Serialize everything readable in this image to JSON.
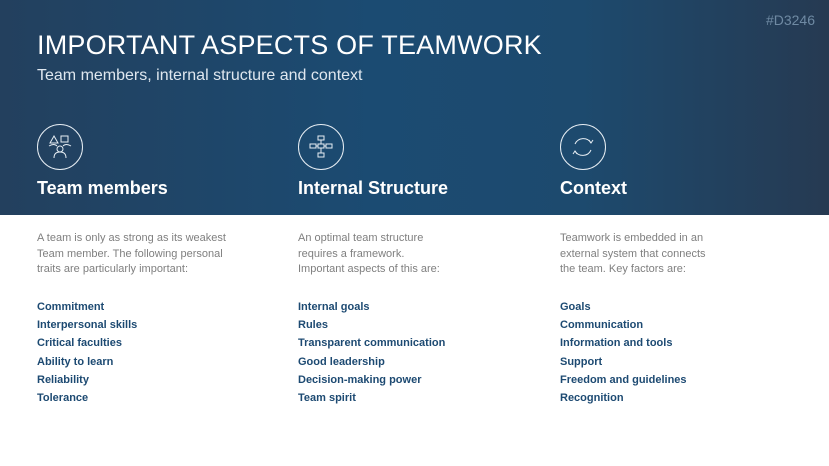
{
  "slide_code": "#D3246",
  "title": "IMPORTANT ASPECTS OF TEAMWORK",
  "subtitle": "Team members, internal structure and context",
  "columns": [
    {
      "icon": "team-icon",
      "heading": "Team members",
      "description": "A team is only as strong as its weakest Team member. The following personal traits are particularly important:",
      "items": [
        "Commitment",
        "Interpersonal skills",
        "Critical faculties",
        "Ability to learn",
        "Reliability",
        "Tolerance"
      ]
    },
    {
      "icon": "org-chart-icon",
      "heading": "Internal Structure",
      "description": "An optimal team structure requires a framework. Important aspects of this are:",
      "items": [
        "Internal goals",
        "Rules",
        "Transparent communication",
        "Good leadership",
        "Decision-making power",
        "Team spirit"
      ]
    },
    {
      "icon": "cycle-icon",
      "heading": "Context",
      "description": "Teamwork is embedded in an external system that connects the team. Key factors are:",
      "items": [
        "Goals",
        "Communication",
        "Information and tools",
        "Support",
        "Freedom and guidelines",
        "Recognition"
      ]
    }
  ]
}
